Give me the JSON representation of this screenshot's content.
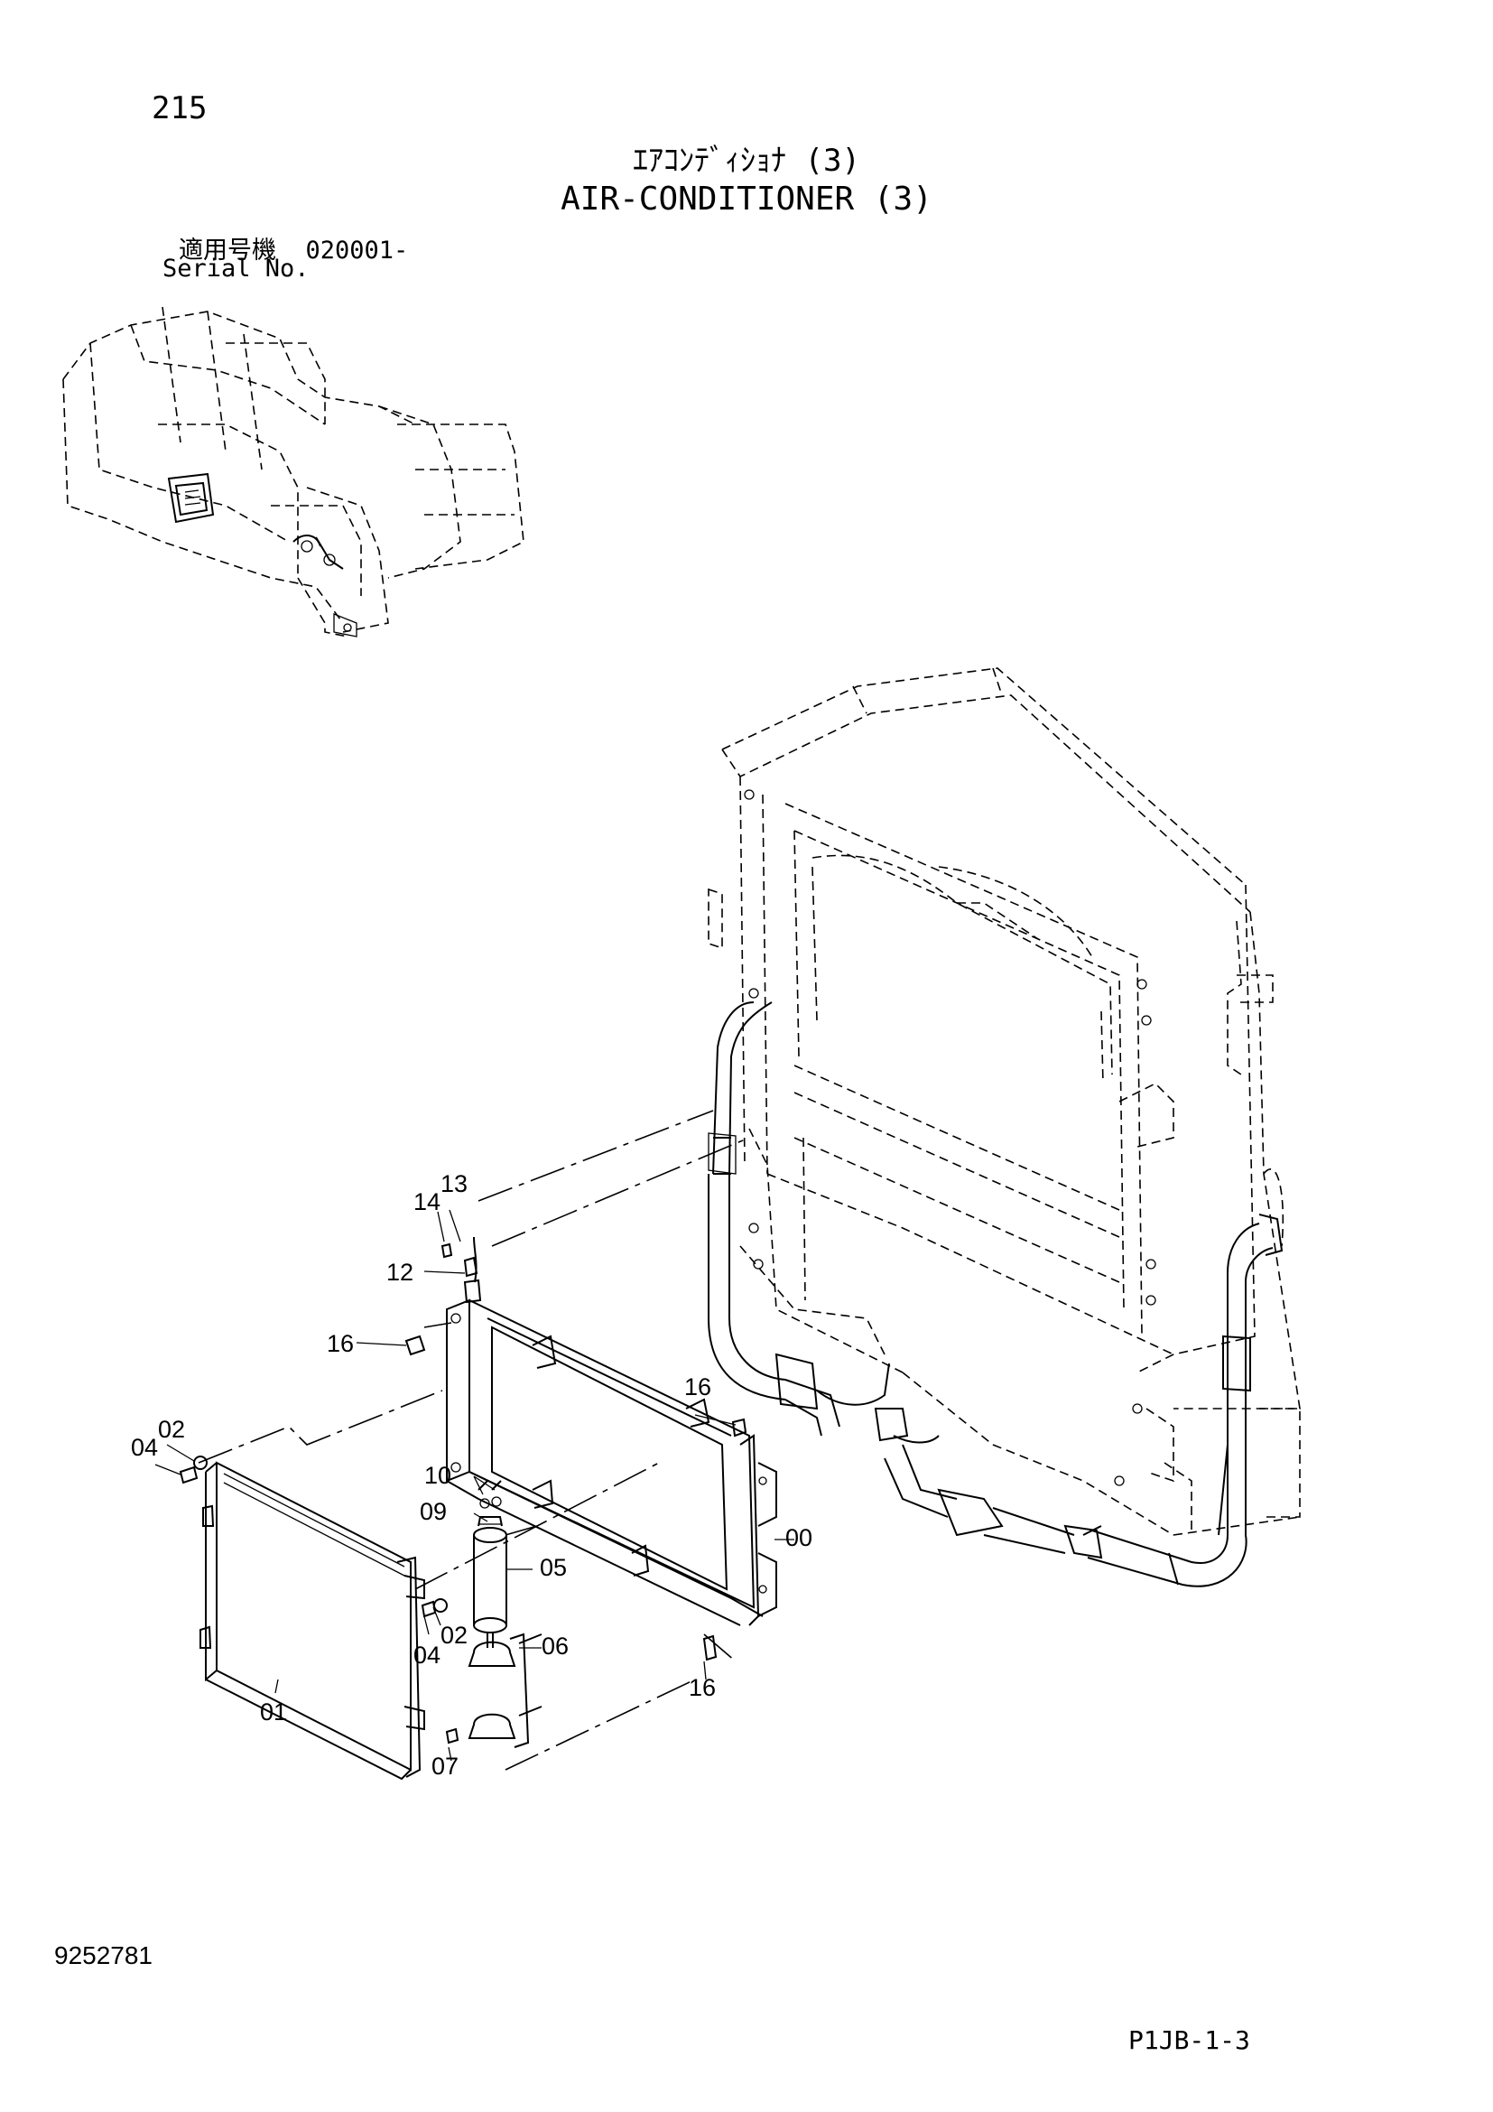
{
  "header": {
    "page_number": "215",
    "title_jp": "ｴｱｺﾝﾃﾞｨｼｮﾅ (3)",
    "title_en": "AIR-CONDITIONER (3)",
    "serial_label_jp": "適用号機",
    "serial_value": "020001-",
    "serial_label_en": "Serial No."
  },
  "footer": {
    "document_number": "9252781",
    "page_code": "P1JB-1-3"
  },
  "callouts": {
    "c00": "00",
    "c01": "01",
    "c02a": "02",
    "c02b": "02",
    "c04a": "04",
    "c04b": "04",
    "c05": "05",
    "c06": "06",
    "c07": "07",
    "c09": "09",
    "c10": "10",
    "c12": "12",
    "c13": "13",
    "c14": "14",
    "c16a": "16",
    "c16b": "16",
    "c16c": "16"
  }
}
